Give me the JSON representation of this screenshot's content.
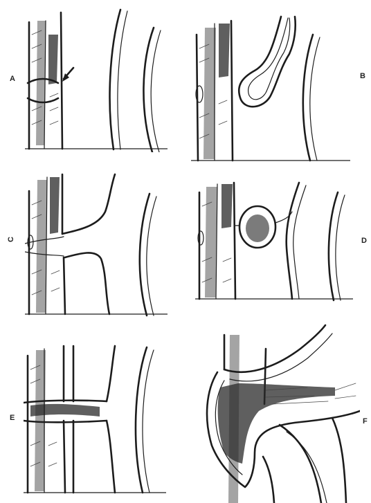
{
  "figure": {
    "panels": [
      {
        "id": "A",
        "label": "A"
      },
      {
        "id": "B",
        "label": "B"
      },
      {
        "id": "C",
        "label": "C"
      },
      {
        "id": "D",
        "label": "D"
      },
      {
        "id": "E",
        "label": "E"
      },
      {
        "id": "F",
        "label": "F"
      }
    ]
  },
  "colors": {
    "ink": "#1c1c1c",
    "paper": "#ffffff"
  }
}
